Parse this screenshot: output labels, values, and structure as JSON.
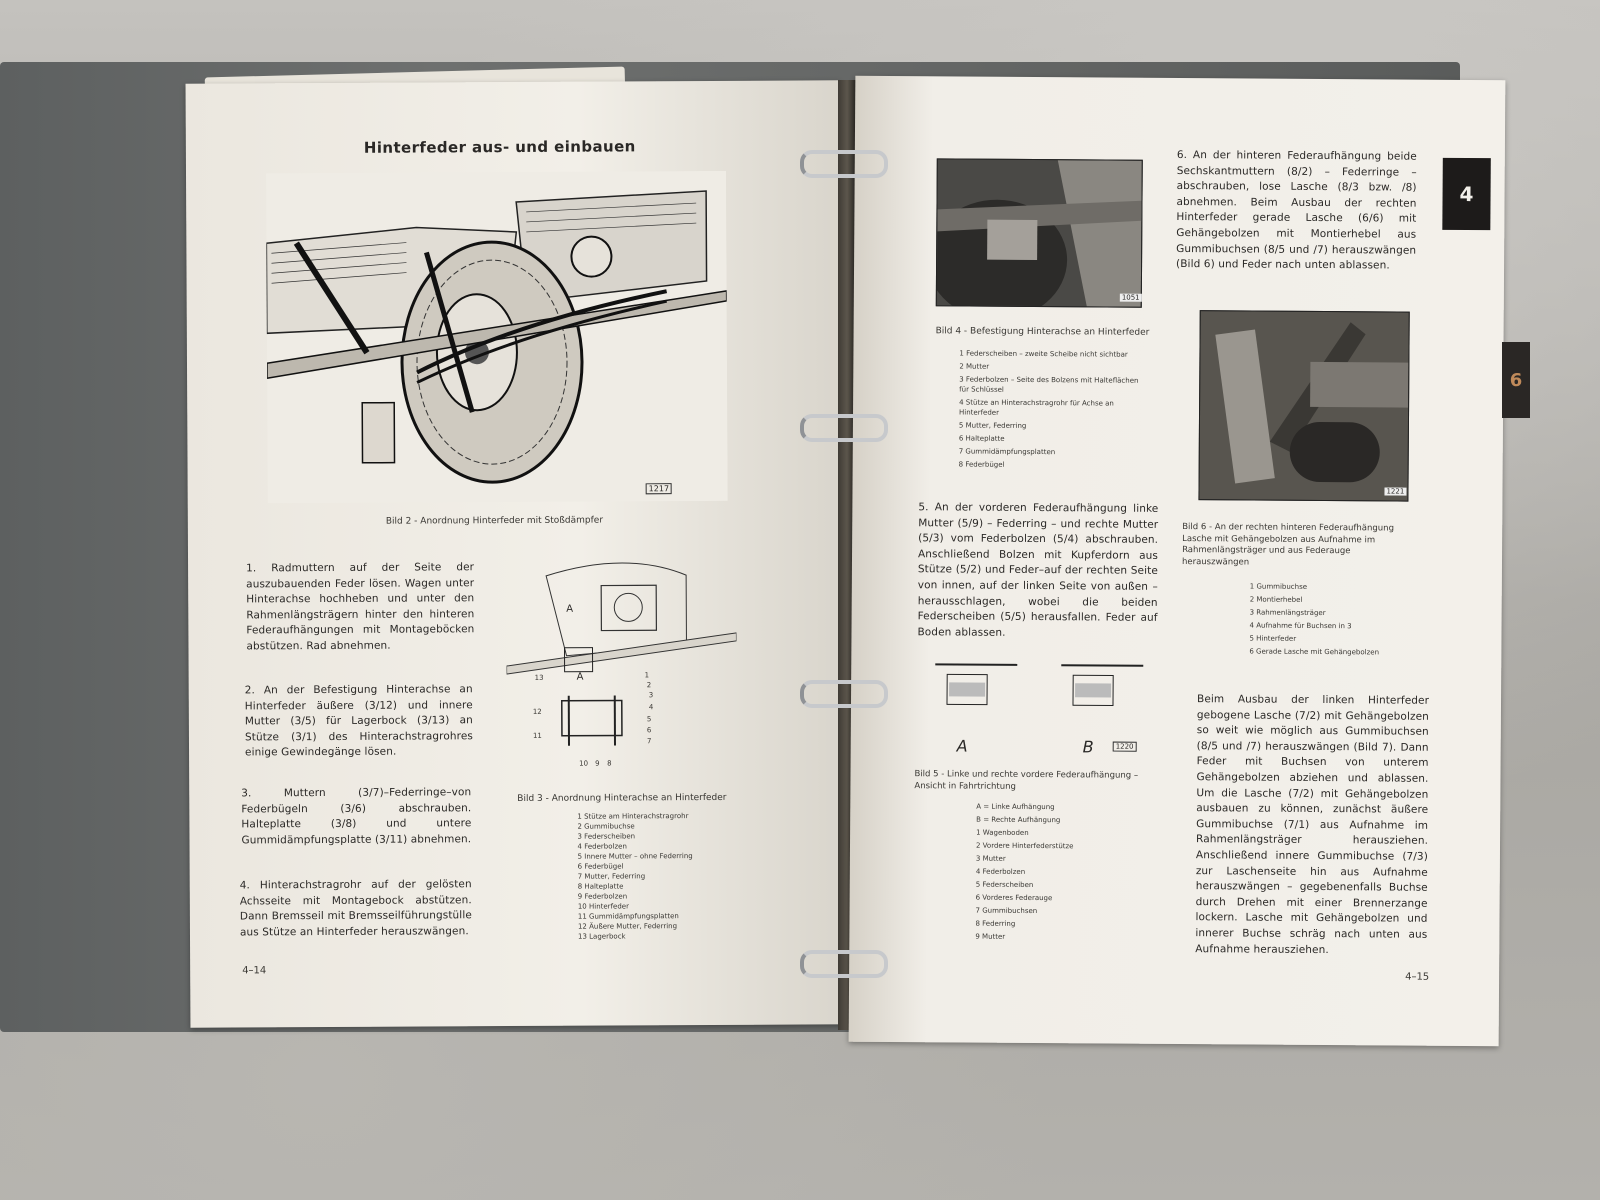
{
  "left": {
    "title": "Hinterfeder aus- und einbauen",
    "fig2_caption": "Bild 2 - Anordnung Hinterfeder mit Stoßdämpfer",
    "fig2_number": "1217",
    "steps": [
      "1. Radmuttern auf der Seite der auszubauenden Feder lösen. Wagen unter Hinterachse hochheben und unter den Rahmenlängsträgern hinter den hinteren Federaufhängungen mit Montageböcken abstützen. Rad abnehmen.",
      "2. An der Befestigung Hinterachse an Hinterfeder äußere (3/12) und innere Mutter (3/5) für Lagerbock (3/13) an Stütze (3/1) des Hinterachstragrohres einige Gewindegänge lösen.",
      "3. Muttern (3/7)–Federringe–von Federbügeln (3/6) abschrauben. Halteplatte (3/8) und untere Gummidämpfungsplatte (3/11) abnehmen.",
      "4. Hinterachstragrohr auf der gelösten Achsseite mit Montagebock abstützen. Dann Bremsseil mit Bremsseilführungstülle aus Stütze an Hinterfeder herauszwängen."
    ],
    "fig3_caption": "Bild 3 - Anordnung Hinterachse an Hinterfeder",
    "fig3_labels": [
      "A",
      "A",
      "1",
      "2",
      "3",
      "4",
      "5",
      "6",
      "7",
      "8",
      "9",
      "10",
      "11",
      "12",
      "13"
    ],
    "fig3_legend": [
      "1 Stütze am Hinterachstragrohr",
      "2 Gummibuchse",
      "3 Federscheiben",
      "4 Federbolzen",
      "5 Innere Mutter – ohne Federring",
      "6 Federbügel",
      "7 Mutter, Federring",
      "8 Halteplatte",
      "9 Federbolzen",
      "10 Hinterfeder",
      "11 Gummidämpfungsplatten",
      "12 Äußere Mutter, Federring",
      "13 Lagerbock"
    ],
    "page_number": "4–14"
  },
  "right": {
    "tab_label": "4",
    "tab_behind_label": "6",
    "fig4_caption": "Bild 4 - Befestigung Hinterachse an Hinterfeder",
    "fig4_number": "1051",
    "fig4_legend": [
      "1 Federscheiben – zweite Scheibe nicht sichtbar",
      "2 Mutter",
      "3 Federbolzen – Seite des Bolzens mit Halteflächen für Schlüssel",
      "4 Stütze an Hinterachstragrohr für Achse an Hinterfeder",
      "5 Mutter, Federring",
      "6 Halteplatte",
      "7 Gummidämpfungsplatten",
      "8 Federbügel"
    ],
    "step6": "6. An der hinteren Federaufhängung beide Sechskantmuttern (8/2) – Federringe – abschrauben, lose Lasche (8/3 bzw. /8) abnehmen. Beim Ausbau der rechten Hinterfeder gerade Lasche (6/6) mit Gehängebolzen mit Montierhebel aus Gummibuchsen (8/5 und /7) herauszwängen (Bild 6) und Feder nach unten ablassen.",
    "step5": "5. An der vorderen Federaufhängung linke Mutter (5/9) – Federring – und rechte Mutter (5/3) vom Federbolzen (5/4) abschrauben. Anschließend Bolzen mit Kupferdorn aus Stütze (5/2) und Feder–auf der rechten Seite von innen, auf der linken Seite von außen – herausschlagen, wobei die beiden Federscheiben (5/5) herausfallen. Feder auf Boden ablassen.",
    "fig5_label_a": "A",
    "fig5_label_b": "B",
    "fig5_number": "1220",
    "fig5_caption": "Bild 5 - Linke und rechte vordere Federaufhängung – Ansicht in Fahrtrichtung",
    "fig5_legend": [
      "A = Linke Aufhängung",
      "B = Rechte Aufhängung",
      "1 Wagenboden",
      "2 Vordere Hinterfederstütze",
      "3 Mutter",
      "4 Federbolzen",
      "5 Federscheiben",
      "6 Vorderes Federauge",
      "7 Gummibuchsen",
      "8 Federring",
      "9 Mutter"
    ],
    "fig6_number": "1221",
    "fig6_caption": "Bild 6 - An der rechten hinteren Federaufhängung Lasche mit Gehängebolzen aus Aufnahme im Rahmenlängsträger und aus Federauge herauszwängen",
    "fig6_legend": [
      "1 Gummibuchse",
      "2 Montierhebel",
      "3 Rahmenlängsträger",
      "4 Aufnahme für Buchsen in 3",
      "5 Hinterfeder",
      "6 Gerade Lasche mit Gehängebolzen"
    ],
    "para_links": "Beim Ausbau der linken Hinterfeder gebogene Lasche (7/2) mit Gehängebolzen so weit wie möglich aus Gummibuchsen (8/5 und /7) herauszwängen (Bild 7). Dann Feder mit Buchsen von unterem Gehängebolzen abziehen und ablassen. Um die Lasche (7/2) mit Gehängebolzen ausbauen zu können, zunächst äußere Gummibuchse (7/1) aus Aufnahme im Rahmenlängsträger herausziehen. Anschließend innere Gummibuchse (7/3) zur Laschenseite hin aus Aufnahme herauszwängen – gegebenenfalls Buchse durch Drehen mit einer Brennerzange lockern. Lasche mit Gehängebolzen und innerer Buchse schräg nach unten aus Aufnahme herausziehen.",
    "page_number": "4–15"
  }
}
